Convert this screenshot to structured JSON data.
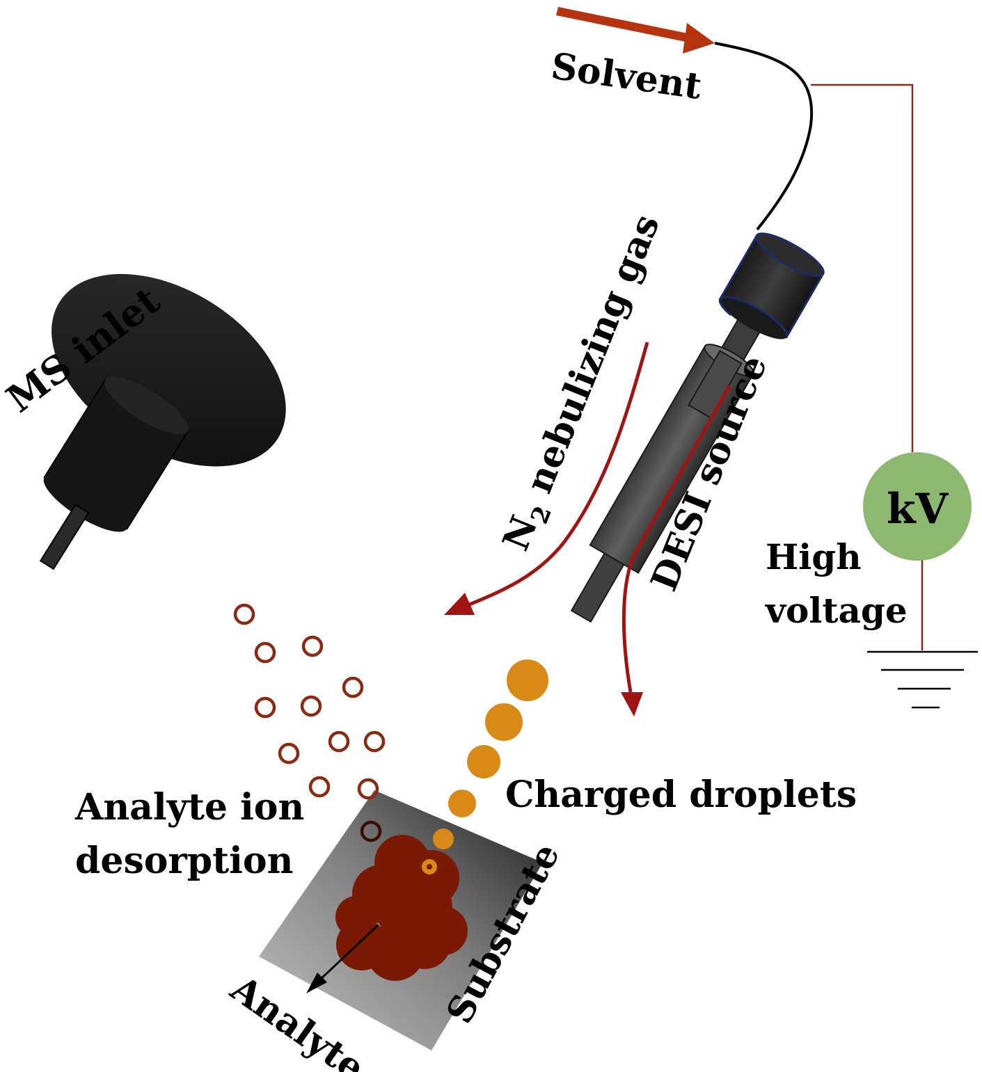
{
  "labels": {
    "solvent": "Solvent",
    "ms_inlet": "MS inlet",
    "n2_main": "N",
    "n2_sub": "2",
    "n2_rest": " nebulizing gas",
    "desi_source": "DESI source",
    "kv": "kV",
    "high": "High",
    "voltage": "voltage",
    "charged_droplets": "Charged droplets",
    "analyte_ion_line1": "Analyte ion",
    "analyte_ion_line2": "desorption",
    "substrate": "Substrate",
    "analyte": "Analyte"
  },
  "colors": {
    "solvent_arrow": "#b5330f",
    "gas_arrow": "#a01414",
    "wire": "#8b2a1a",
    "kv_circle": "#8cb870",
    "droplet": "#d98a16",
    "ion_ring": "#8a2a12",
    "analyte_blob": "#7a1a05",
    "device_dark": "#1e1e1e",
    "device_gray": "#4a4a4a"
  },
  "icons": {
    "ground": "ground-symbol-icon",
    "voltage_source": "voltage-source-icon"
  }
}
